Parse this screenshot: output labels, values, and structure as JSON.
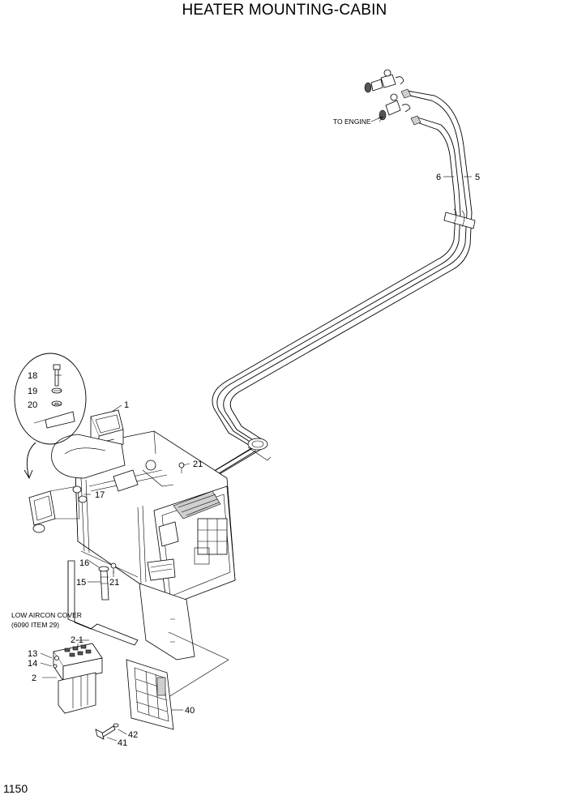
{
  "title": "HEATER MOUNTING-CABIN",
  "page_number": "1150",
  "notes": {
    "to_engine": "TO ENGINE",
    "low_aircon_cover_line1": "LOW AIRCON COVER",
    "low_aircon_cover_line2": "(6090 ITEM 29)"
  },
  "callouts": {
    "c1": "1",
    "c2": "2",
    "c2_1": "2-1",
    "c5": "5",
    "c6": "6",
    "c13": "13",
    "c14": "14",
    "c15": "15",
    "c16": "16",
    "c17": "17",
    "c18": "18",
    "c19": "19",
    "c20": "20",
    "c21a": "21",
    "c21b": "21",
    "c40": "40",
    "c41": "41",
    "c42": "42"
  }
}
